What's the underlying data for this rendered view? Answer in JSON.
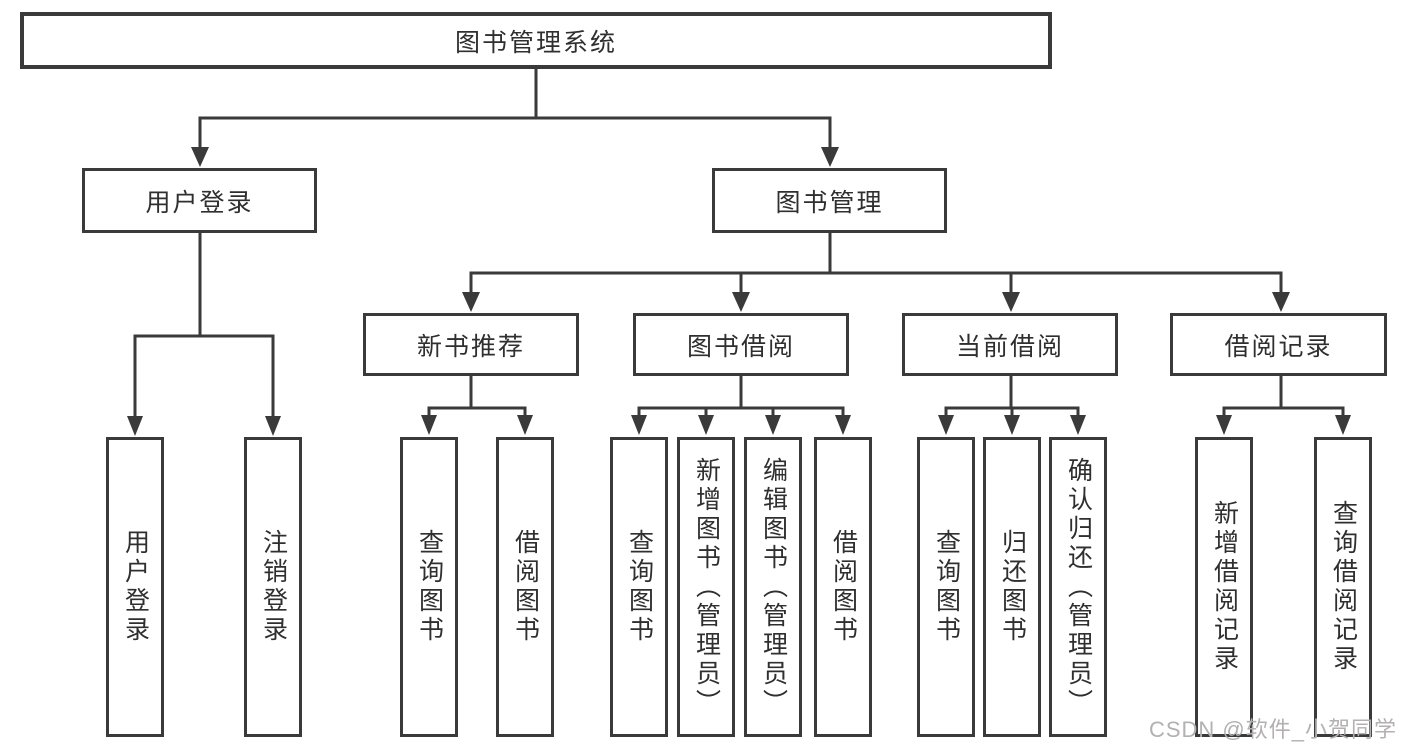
{
  "tree": {
    "root": {
      "label": "图书管理系统",
      "children": [
        {
          "label": "用户登录",
          "children": [
            {
              "label": "用户登录"
            },
            {
              "label": "注销登录"
            }
          ]
        },
        {
          "label": "图书管理",
          "children": [
            {
              "label": "新书推荐",
              "children": [
                {
                  "label": "查询图书"
                },
                {
                  "label": "借阅图书"
                }
              ]
            },
            {
              "label": "图书借阅",
              "children": [
                {
                  "label": "查询图书"
                },
                {
                  "label": "新增图书（管理员）"
                },
                {
                  "label": "编辑图书（管理员）"
                },
                {
                  "label": "借阅图书"
                }
              ]
            },
            {
              "label": "当前借阅",
              "children": [
                {
                  "label": "查询图书"
                },
                {
                  "label": "归还图书"
                },
                {
                  "label": "确认归还（管理员）"
                }
              ]
            },
            {
              "label": "借阅记录",
              "children": [
                {
                  "label": "新增借阅记录"
                },
                {
                  "label": "查询借阅记录"
                }
              ]
            }
          ]
        }
      ]
    }
  },
  "watermark": {
    "text": "CSDN @软件_小贺同学"
  },
  "colors": {
    "line": "#3a3a3a",
    "text": "#2f2f2f",
    "watermark": "#b2b0b0",
    "background": "#ffffff"
  }
}
